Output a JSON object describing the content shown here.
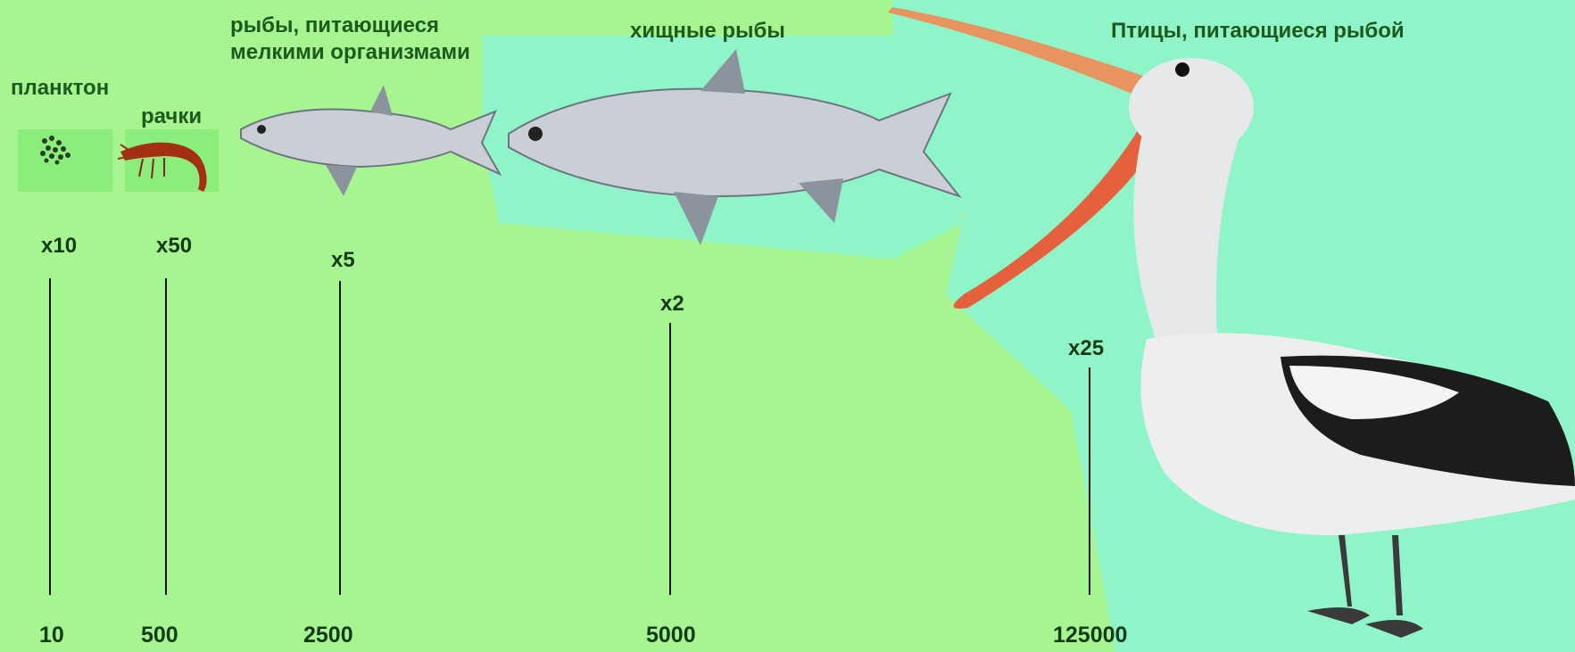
{
  "stages": [
    {
      "id": "plankton",
      "label_lines": [
        "планктон"
      ],
      "multiplier": "x10",
      "concentration": "10",
      "icon": "plankton-icon"
    },
    {
      "id": "crustaceans",
      "label_lines": [
        "рачки"
      ],
      "multiplier": "x50",
      "concentration": "500",
      "icon": "shrimp-icon"
    },
    {
      "id": "small-fish",
      "label_lines": [
        "рыбы, питающиеся",
        "мелкими организмами"
      ],
      "multiplier": "x5",
      "concentration": "2500",
      "icon": "small-fish-icon"
    },
    {
      "id": "predatory-fish",
      "label_lines": [
        "хищные рыбы"
      ],
      "multiplier": "x2",
      "concentration": "5000",
      "icon": "large-fish-icon"
    },
    {
      "id": "fish-eating-birds",
      "label_lines": [
        "Птицы, питающиеся рыбой"
      ],
      "multiplier": "x25",
      "concentration": "125000",
      "icon": "pelican-icon"
    }
  ],
  "colors": {
    "background_water": "#8ff5c8",
    "background_land": "#a6f590",
    "label_text": "#1e5a1e",
    "value_text": "#123b12"
  }
}
